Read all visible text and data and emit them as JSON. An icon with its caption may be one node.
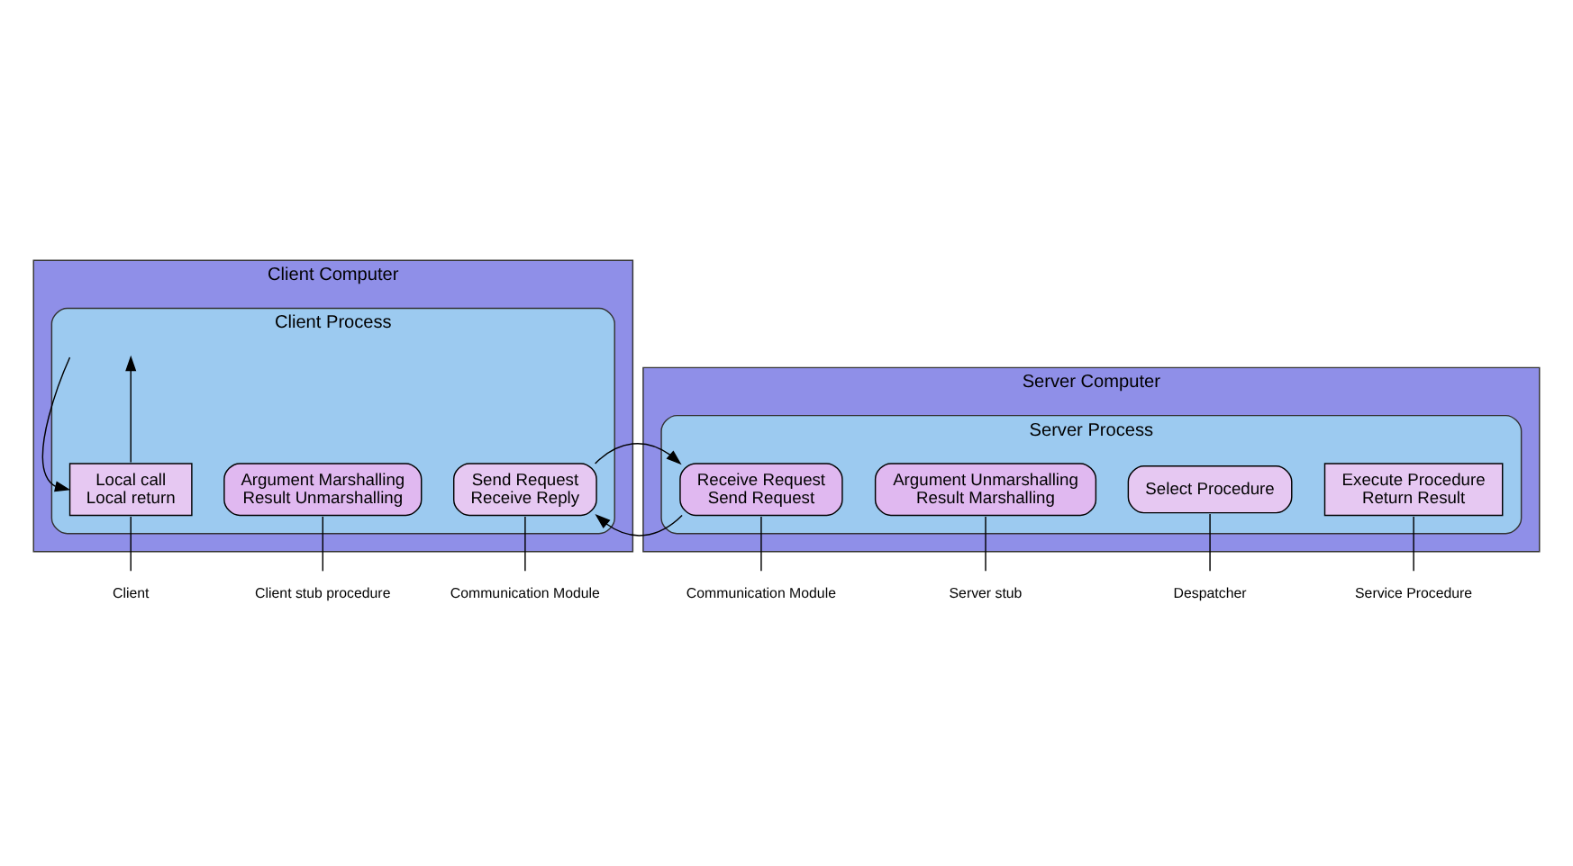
{
  "diagram": {
    "nodes": [
      {
        "text": [
          "Client Computer"
        ]
      },
      {
        "text": [
          "Client Process"
        ],
        "in": 0
      },
      {
        "text": [
          "Local call",
          "Local return"
        ],
        "in": 1
      },
      {
        "text": [
          "Argument Marshalling",
          "Result Unmarshalling"
        ],
        "in": 1
      },
      {
        "text": [
          "Send Request",
          "Receive Reply"
        ],
        "in": 1
      },
      {
        "text": [
          "Server Computer"
        ]
      },
      {
        "text": [
          "Server Process"
        ],
        "in": 5
      },
      {
        "text": [
          "Receive Request",
          "Send Request"
        ],
        "in": 6
      },
      {
        "text": [
          "Argument Unmarshalling",
          "Result Marshalling"
        ],
        "in": 6
      },
      {
        "text": [
          "Select Procedure"
        ],
        "in": 6
      },
      {
        "text": [
          "Execute Procedure",
          "Return Result"
        ],
        "in": 6
      },
      {
        "text": [
          "Client"
        ]
      },
      {
        "text": [
          "Client stub procedure"
        ]
      },
      {
        "text": [
          "Communication Module"
        ]
      },
      {
        "text": [
          "Communication Module"
        ]
      },
      {
        "text": [
          "Despatcher"
        ]
      },
      {
        "text": [
          "Server stub"
        ]
      },
      {
        "text": [
          "Service Procedure"
        ]
      }
    ],
    "edges": [
      {
        "from": null,
        "to": 2,
        "arrow": "to"
      },
      {
        "from": 2,
        "to": null,
        "arrow": "to"
      },
      {
        "from": 4,
        "to": 7,
        "arrow": "to"
      },
      {
        "from": 7,
        "to": 4,
        "arrow": "to"
      },
      {
        "from": 11,
        "to": 2,
        "arrow": "none"
      },
      {
        "from": 12,
        "to": 3,
        "arrow": "none"
      },
      {
        "from": 13,
        "to": 4,
        "arrow": "none"
      },
      {
        "from": 14,
        "to": 7,
        "arrow": "none"
      },
      {
        "from": 15,
        "to": 9,
        "arrow": "none"
      },
      {
        "from": 16,
        "to": 8,
        "arrow": "none"
      },
      {
        "from": 17,
        "to": 10,
        "arrow": "none"
      }
    ]
  }
}
